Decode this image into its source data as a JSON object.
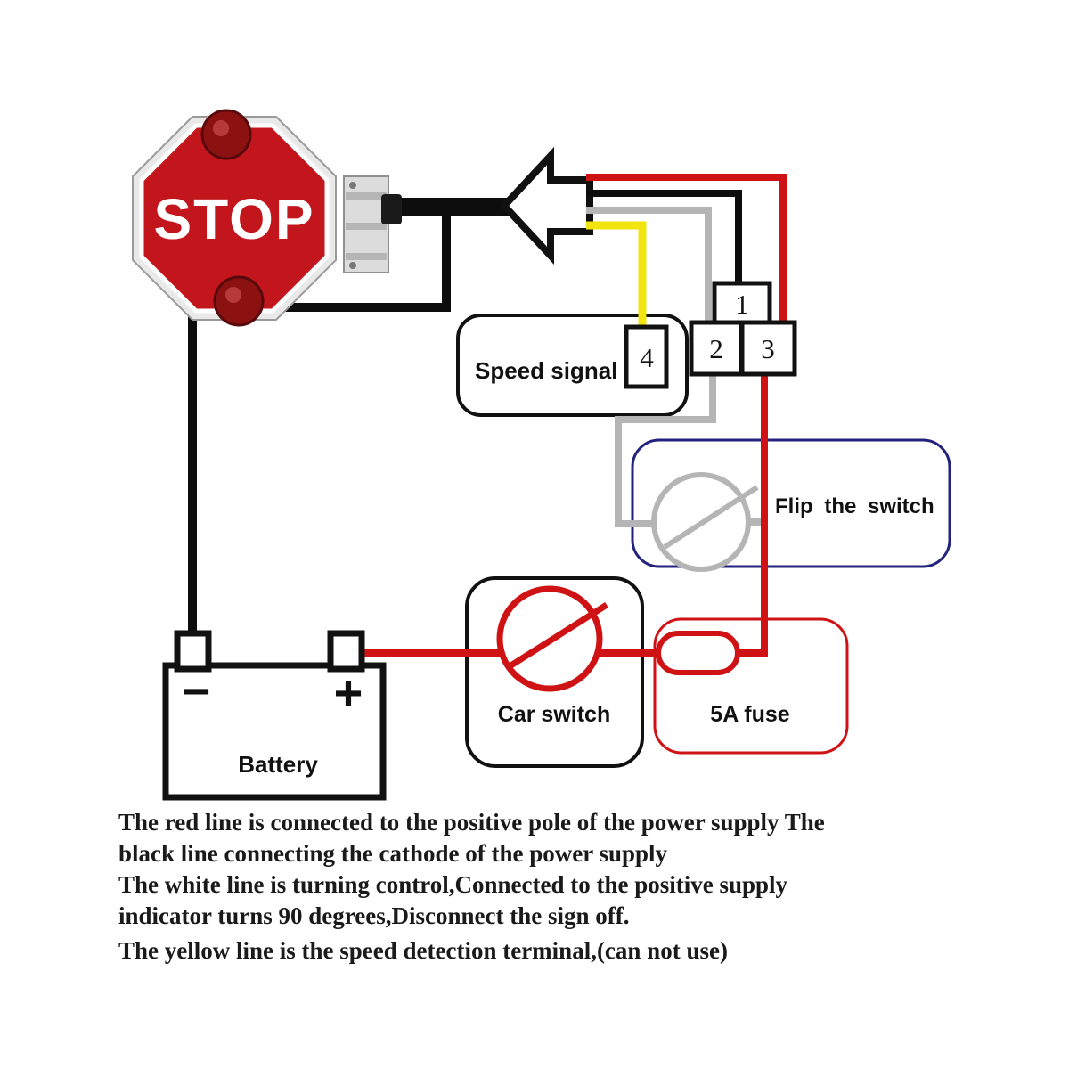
{
  "diagram": {
    "sign": {
      "text": "STOP"
    },
    "arrow": {
      "direction": "left"
    },
    "connectors": {
      "pin1": "1",
      "pin2": "2",
      "pin3": "3",
      "pin4": "4"
    },
    "components": {
      "speed_signal": "Speed signal",
      "flip_switch": "Flip the switch",
      "car_switch": "Car switch",
      "fuse": "5A fuse",
      "battery": "Battery",
      "battery_negative": "−",
      "battery_positive": "+"
    },
    "wire_colors": {
      "red": "#cf1315",
      "black": "#0d0d0d",
      "white_gray": "#b5b5b5",
      "yellow": "#f2e40e",
      "flip_switch_box": "#23237d",
      "fuse_box": "#cf1315",
      "sign_red": "#c3161c"
    },
    "notes": [
      "The red line is connected to the positive pole of the power supply The",
      "black line connecting the cathode of the power supply",
      "The white line is turning control,Connected to the positive supply",
      "indicator turns 90 degrees,Disconnect the sign off.",
      "The yellow line is the speed detection terminal,(can not use)"
    ]
  }
}
